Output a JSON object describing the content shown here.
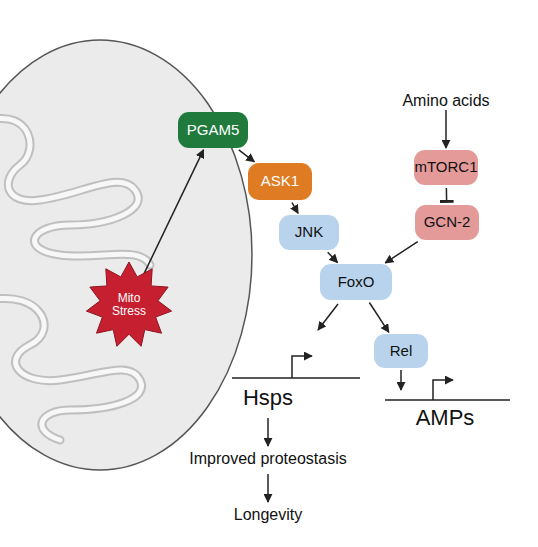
{
  "diagram": {
    "nodes": [
      {
        "text": [
          "PGAM5"
        ]
      },
      {
        "text": [
          "mTORC1"
        ]
      },
      {
        "text": [
          "ASK1"
        ]
      },
      {
        "text": [
          "GCN-2"
        ]
      },
      {
        "text": [
          "JNK"
        ]
      },
      {
        "text": [
          "FoxO"
        ]
      },
      {
        "text": [
          "Mito Stress"
        ]
      },
      {
        "text": [
          "Rel"
        ]
      }
    ],
    "edges": [
      {
        "from": 6,
        "to": 0,
        "arrow": "to"
      },
      {
        "from": 0,
        "to": 2,
        "arrow": "to"
      },
      {
        "from": 2,
        "to": 4,
        "arrow": "to"
      },
      {
        "from": 4,
        "to": 5,
        "arrow": "to"
      },
      {
        "from": 1,
        "to": 3,
        "arrow": "to"
      },
      {
        "from": 3,
        "to": 5,
        "arrow": "to"
      },
      {
        "from": 5,
        "to": 7,
        "arrow": "to"
      }
    ],
    "labels": [
      "Amino acids",
      "Hsps",
      "AMPs",
      "Improved proteostasis",
      "Longevity"
    ]
  }
}
